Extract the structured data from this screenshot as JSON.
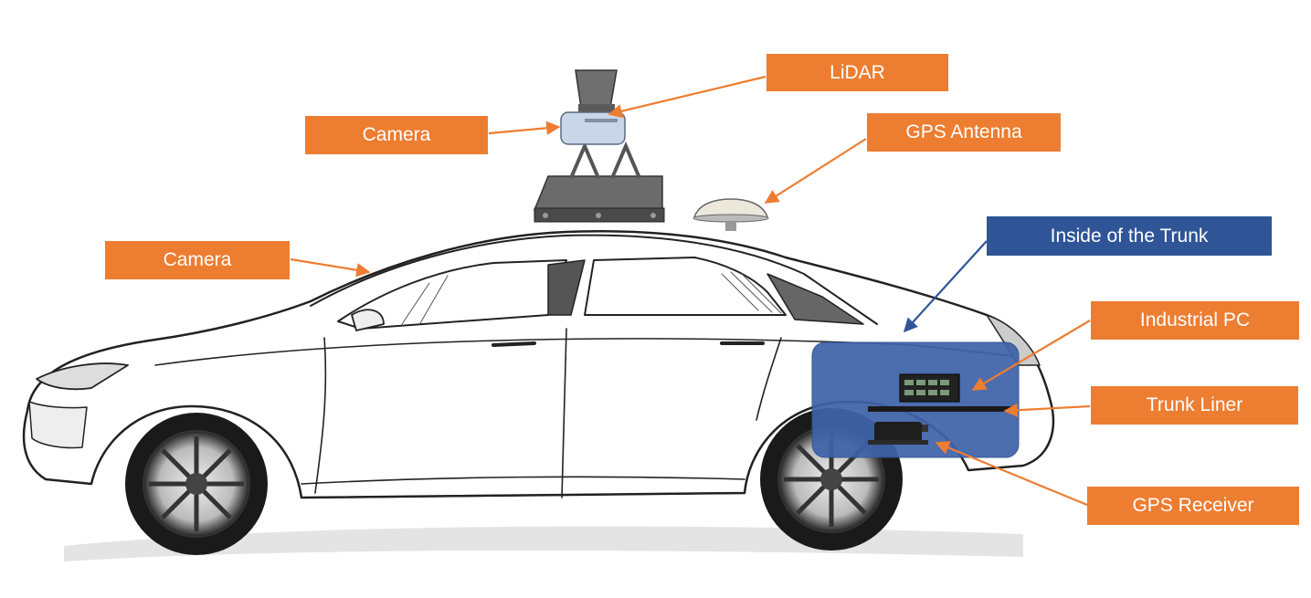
{
  "labels": {
    "lidar": "LiDAR",
    "roof_camera": "Camera",
    "gps_antenna": "GPS Antenna",
    "windshield_camera": "Camera",
    "trunk_inside": "Inside of the Trunk",
    "industrial_pc": "Industrial PC",
    "trunk_liner": "Trunk Liner",
    "gps_receiver": "GPS Receiver"
  },
  "colors": {
    "label_orange": "#ed7d31",
    "label_blue": "#2f5597",
    "arrow_orange": "#ed7d31",
    "arrow_blue": "#2f5597",
    "trunk_panel": "#3f63a8"
  },
  "icons": [
    "car-sketch",
    "lidar-sensor",
    "roof-rack",
    "gps-antenna-dome",
    "industrial-pc-box",
    "gps-receiver-box"
  ]
}
